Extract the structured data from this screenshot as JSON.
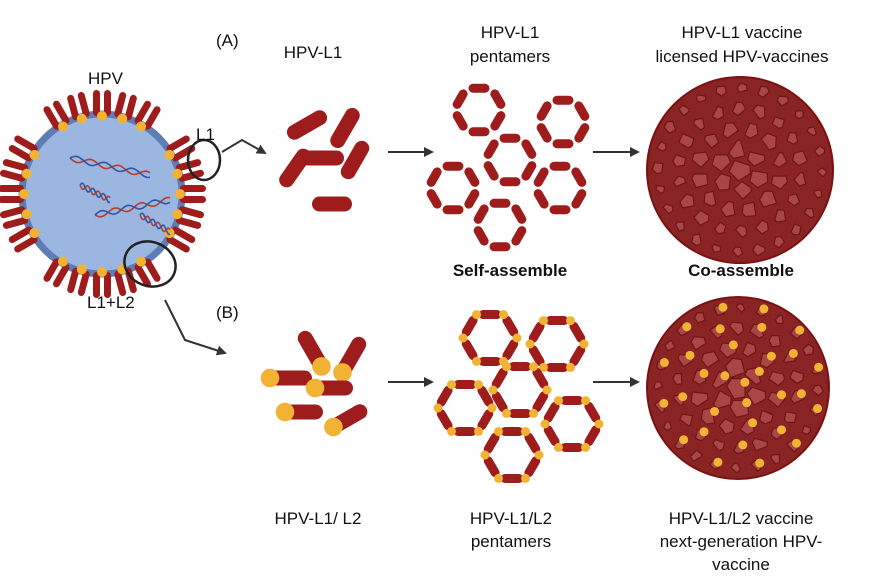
{
  "diagram": {
    "virus_label": "HPV",
    "l1_callout": "L1",
    "l1l2_callout": "L1+L2",
    "row_a": {
      "marker": "(A)",
      "monomer_label": "HPV-L1",
      "pentamer_label": [
        "HPV-L1",
        "pentamers"
      ],
      "vaccine_label": [
        "HPV-L1 vaccine",
        "licensed HPV-vaccines"
      ],
      "step1_note": "Self-assemble",
      "step2_note": "Co-assemble"
    },
    "row_b": {
      "marker": "(B)",
      "monomer_label": "HPV-L1/ L2",
      "pentamer_label": [
        "HPV-L1/L2",
        "pentamers"
      ],
      "vaccine_label": [
        "HPV-L1/L2 vaccine",
        "next-generation HPV-",
        "vaccine"
      ]
    },
    "colors": {
      "protein": "#9e1c1c",
      "protein_dark": "#7a1212",
      "l2_dot": "#f2b233",
      "virus_fill": "#9cb6e2",
      "virus_edge": "#5d7fb5",
      "particle": "#8a2424",
      "particle_face": "#a94545",
      "arrow": "#333333"
    }
  }
}
